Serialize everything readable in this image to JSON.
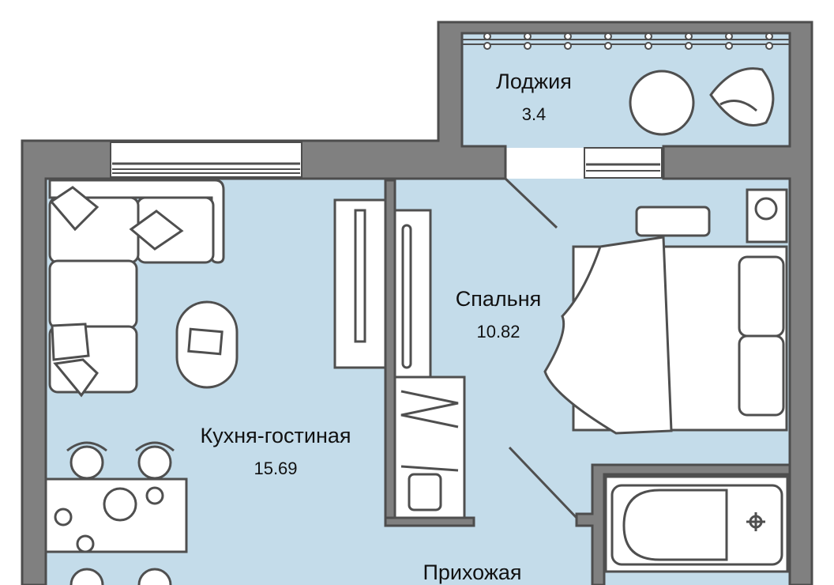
{
  "plan": {
    "colors": {
      "floor": "#c4dcea",
      "wall": "#808080",
      "outline": "#4f4f4f"
    },
    "rooms": [
      {
        "name": "Лоджия",
        "area": "3.4"
      },
      {
        "name": "Спальня",
        "area": "10.82"
      },
      {
        "name": "Кухня-гостиная",
        "area": "15.69"
      },
      {
        "name": "Прихожая"
      }
    ]
  }
}
